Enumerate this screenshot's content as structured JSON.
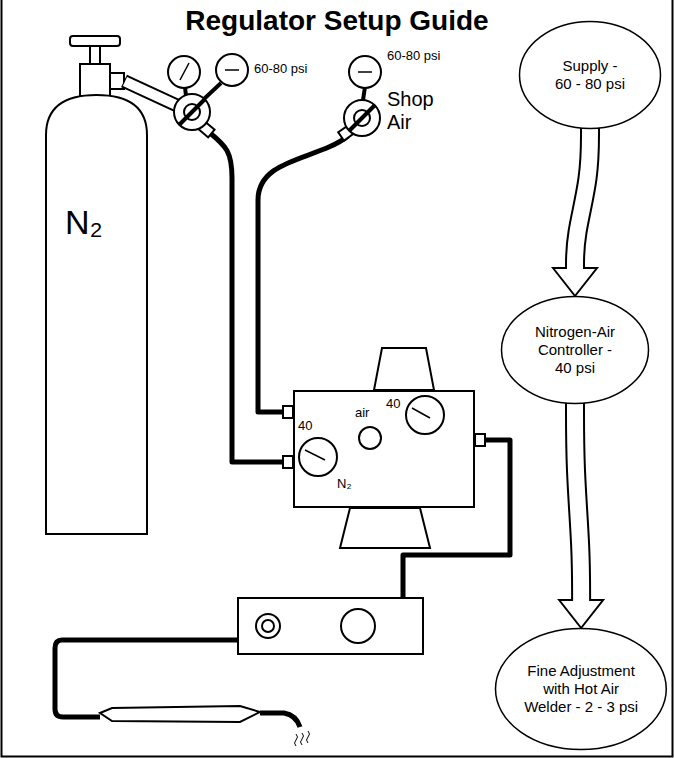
{
  "diagram": {
    "title": "Regulator Setup Guide",
    "nodes": [
      {
        "text": [
          "N₂"
        ]
      },
      {
        "text": [
          "air",
          "40",
          "40",
          "N₂"
        ]
      },
      {
        "text": [
          "Supply - 60 - 80 psi"
        ]
      },
      {
        "text": [
          "Nitrogen-Air Controller - 40 psi"
        ]
      },
      {
        "text": [
          "Fine Adjustment with Hot Air Welder - 2 - 3 psi"
        ]
      }
    ],
    "edges": [
      {
        "from": 2,
        "to": 3,
        "arrow": "to"
      },
      {
        "from": 3,
        "to": 4,
        "arrow": "to"
      }
    ],
    "labels": [
      "60-80 psi",
      "60-80 psi",
      "Shop Air"
    ]
  }
}
